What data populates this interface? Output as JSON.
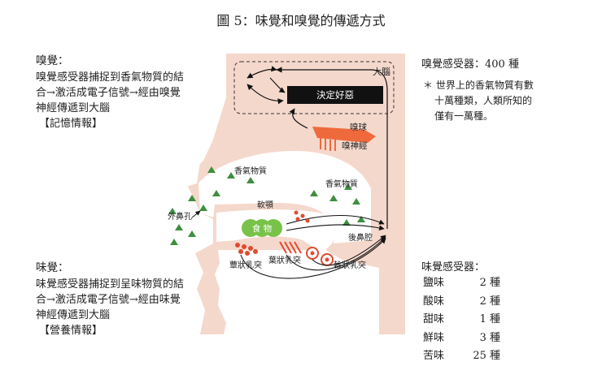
{
  "title": "圖 5：味覺和嗅覺的傳遞方式",
  "smell": {
    "heading": "嗅覺：",
    "lines": [
      "嗅覺感受器捕捉到香氣物質的結",
      "合→激活成電子信號→經由嗅覺",
      "神經傳遞到大腦"
    ],
    "tag": "【記憶情報】"
  },
  "taste": {
    "heading": "味覺：",
    "lines": [
      "味覺感受器捕捉到呈味物質的結",
      "合→激活成電子信號→經由味覺",
      "神經傳遞到大腦"
    ],
    "tag": "【營養情報】"
  },
  "olfactory_receptor": {
    "label": "嗅覺感受器：400 種",
    "note": [
      "＊ 世界上的香氣物質有數",
      "十萬種類，人類所知的",
      "僅有一萬種。"
    ]
  },
  "taste_receptor": {
    "label": "味覺感受器：",
    "items": [
      {
        "name": "鹽味",
        "count": "2 種"
      },
      {
        "name": "酸味",
        "count": "2 種"
      },
      {
        "name": "甜味",
        "count": "1 種"
      },
      {
        "name": "鮮味",
        "count": "3 種"
      },
      {
        "name": "苦味",
        "count": "25 種"
      }
    ]
  },
  "diagram": {
    "brain": "大腦",
    "decide": "決定好惡",
    "olfactory_bulb": "嗅球",
    "olfactory_nerve": "嗅神經",
    "aroma_top": "香氣物質",
    "aroma_right": "香氣物質",
    "soft_palate": "軟顎",
    "nostril": "外鼻孔",
    "food": "食 物",
    "posterior_nasal": "後鼻腔",
    "foliate": "葉狀乳突",
    "fungiform": "蕈狀乳突",
    "circumvallate": "輪狀乳突"
  },
  "colors": {
    "skin": "#f5d8cc",
    "nasal_cavity": "#ffffff",
    "aroma": "#3d8f3f",
    "food": "#78c24a",
    "papillae": "#e24a2e",
    "bulb": "#ee6a3c",
    "box": "#111111"
  }
}
